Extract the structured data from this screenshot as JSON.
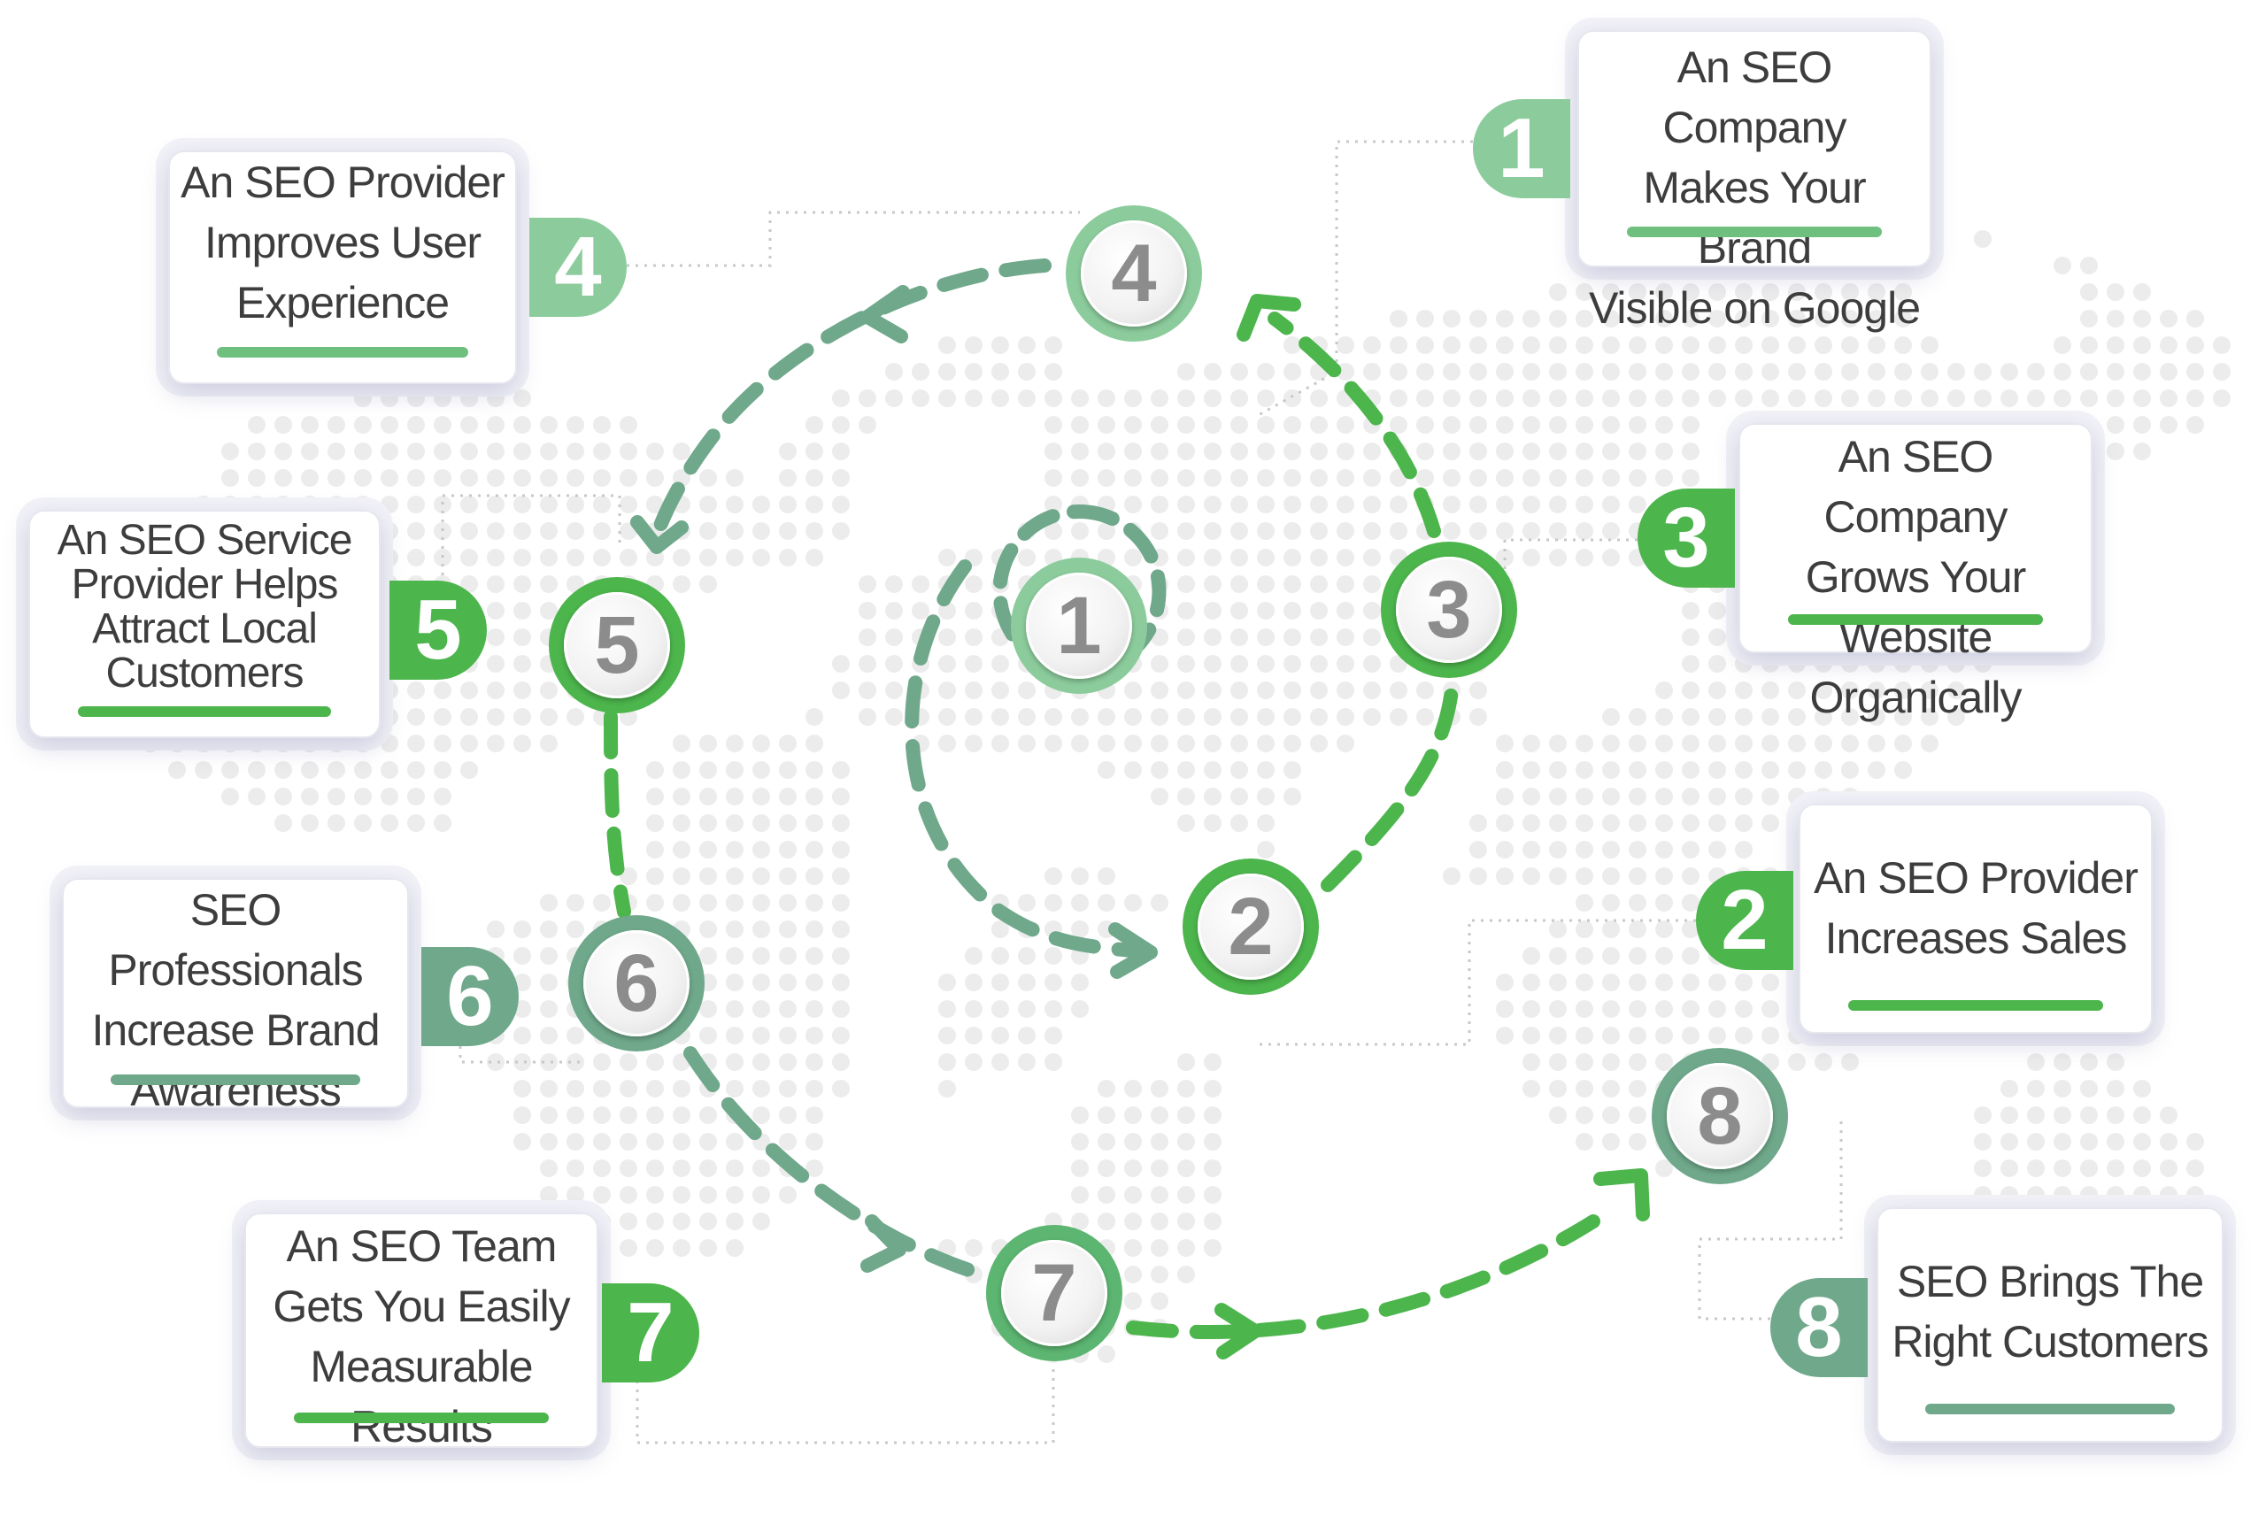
{
  "colors": {
    "green_bright": "#4cb54c",
    "green_mid": "#5cb571",
    "green_light": "#8ccc9c",
    "green_teal": "#6fa88a",
    "grey_text": "#3d3d3d",
    "number_grey": "#8c8c8c"
  },
  "steps": [
    {
      "num": "1",
      "text": "An SEO Company Makes Your Brand Visible on Google"
    },
    {
      "num": "2",
      "text": "An SEO Provider Increases Sales"
    },
    {
      "num": "3",
      "text": "An SEO Company Grows Your Website Organically"
    },
    {
      "num": "4",
      "text": "An SEO Provider Improves User Experience"
    },
    {
      "num": "5",
      "text": "An SEO Service Provider Helps Attract Local Customers"
    },
    {
      "num": "6",
      "text": "SEO Professionals Increase Brand Awareness"
    },
    {
      "num": "7",
      "text": "An SEO Team Gets You Easily Measurable Results"
    },
    {
      "num": "8",
      "text": "SEO Brings The Right Customers"
    }
  ],
  "cards": {
    "c1": {
      "lines": [
        "An SEO Company",
        "Makes Your Brand",
        "Visible on Google"
      ]
    },
    "c2": {
      "lines": [
        "An SEO Provider",
        "Increases Sales"
      ]
    },
    "c3": {
      "lines": [
        "An SEO Company",
        "Grows Your Website",
        "Organically"
      ]
    },
    "c4": {
      "lines": [
        "An SEO Provider",
        "Improves User",
        "Experience"
      ]
    },
    "c5": {
      "lines": [
        "An SEO Service",
        "Provider Helps",
        "Attract Local",
        "Customers"
      ]
    },
    "c6": {
      "lines": [
        "SEO Professionals",
        "Increase Brand",
        "Awareness"
      ]
    },
    "c7": {
      "lines": [
        "An SEO Team",
        "Gets You Easily",
        "Measurable Results"
      ]
    },
    "c8": {
      "lines": [
        "SEO Brings The",
        "Right Customers"
      ]
    }
  }
}
